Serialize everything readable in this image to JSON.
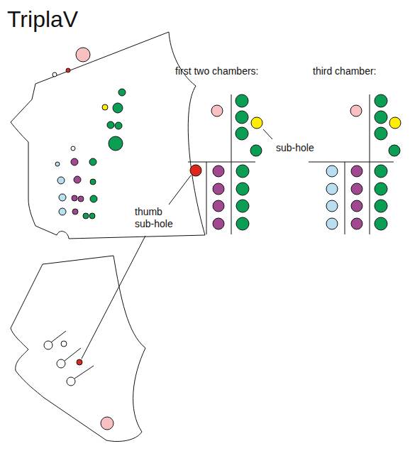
{
  "diagram": {
    "title": "TriplaV",
    "labels": [
      "first two chambers:",
      "third chamber:",
      "sub-hole",
      "thumb sub-hole"
    ]
  }
}
